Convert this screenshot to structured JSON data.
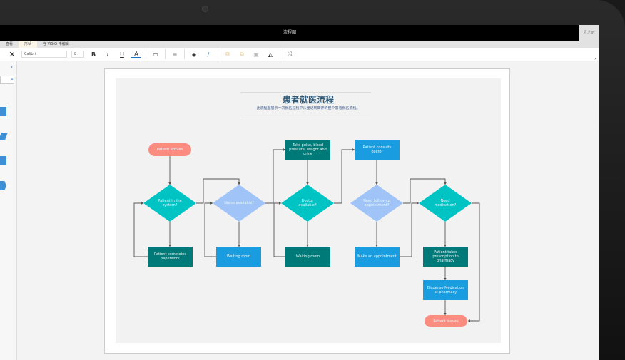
{
  "window": {
    "title": "流程图",
    "user": "孔艺昕"
  },
  "tabs": [
    {
      "label": "查看"
    },
    {
      "label": "形状",
      "active": true
    },
    {
      "label": "在 VISIO 中编辑"
    }
  ],
  "toolbar": {
    "font": "Calibri",
    "size": "8",
    "bold": "B",
    "italic": "I",
    "underline": "U",
    "font_color": "A"
  },
  "diagram": {
    "title": "患者就医流程",
    "subtitle": "此流程图展示一次就医过程中从登记到离开的整个患者就医流程。",
    "colors": {
      "teal": "#00c4c4",
      "dark_teal": "#007a78",
      "blue": "#1a9de0",
      "light_blue": "#a0c4f8",
      "salmon": "#fb8d80"
    },
    "nodes": [
      {
        "id": "arrive",
        "text": "Patient arrives"
      },
      {
        "id": "d1",
        "text": "Patient in the system?"
      },
      {
        "id": "paper",
        "text": "Patient completes paperwork"
      },
      {
        "id": "d2",
        "text": "Nurse available?"
      },
      {
        "id": "wr1",
        "text": "Waiting room"
      },
      {
        "id": "pulse",
        "text": "Take pulse, blood pressure, weight and urine"
      },
      {
        "id": "d3",
        "text": "Doctor available?"
      },
      {
        "id": "wr2",
        "text": "Waiting room"
      },
      {
        "id": "consult",
        "text": "Patient consults doctor"
      },
      {
        "id": "d4",
        "text": "Need follow-up appointment?"
      },
      {
        "id": "appt",
        "text": "Make an appointment"
      },
      {
        "id": "d5",
        "text": "Need medication?"
      },
      {
        "id": "rx",
        "text": "Patient takes prescription to pharmacy"
      },
      {
        "id": "disp",
        "text": "Dispense Medication at pharmacy"
      },
      {
        "id": "leave",
        "text": "Patient leaves"
      }
    ]
  }
}
